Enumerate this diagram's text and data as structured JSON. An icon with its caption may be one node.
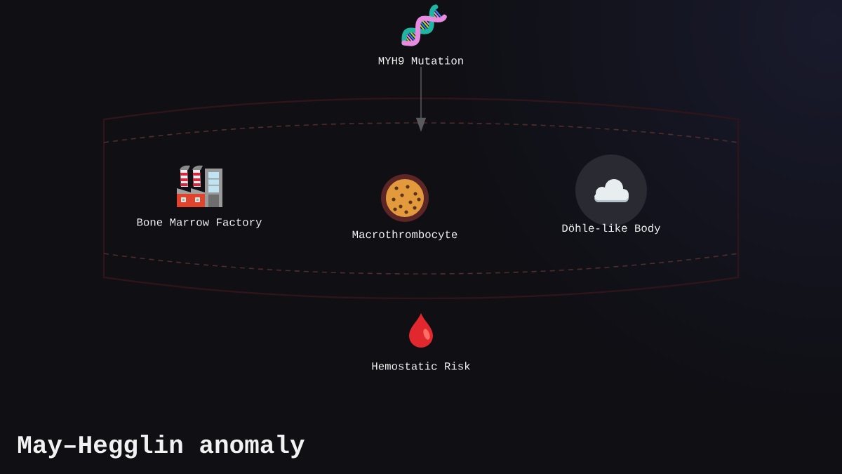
{
  "diagram": {
    "title": "May–Hegglin anomaly",
    "nodes": [
      {
        "text": [
          "MYH9 Mutation"
        ]
      },
      {
        "text": [],
        "shape": "band"
      },
      {
        "text": [
          "Bone Marrow Factory"
        ],
        "in": 1
      },
      {
        "text": [
          "Macrothrombocyte"
        ],
        "in": 1
      },
      {
        "text": [
          "Döhle-like Body"
        ],
        "in": 1
      },
      {
        "text": [
          "Hemostatic Risk"
        ]
      }
    ],
    "edges": [
      {
        "from": 0,
        "to": 1,
        "arrow": "to"
      }
    ]
  }
}
